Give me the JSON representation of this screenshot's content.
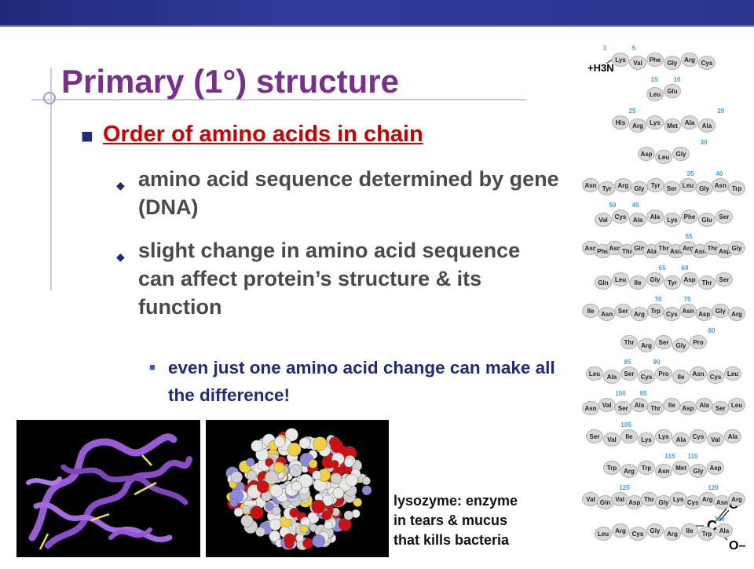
{
  "slide": {
    "title": "Primary (1°) structure",
    "bullet1": "Order of amino acids in chain",
    "bullet2a": "amino acid sequence determined by gene (DNA)",
    "bullet2b": "slight change in amino acid sequence can affect protein’s structure & its function",
    "bullet3": "even just one amino acid change can make all the difference!",
    "caption_lines": [
      "lysozyme: enzyme",
      "in tears & mucus",
      "that kills bacteria"
    ]
  },
  "sequence": {
    "n_term": "+H3N",
    "c_term": "C",
    "oxygen": "O",
    "oxygen_minus": "O–",
    "numbers": [
      "1",
      "5",
      "10",
      "15",
      "20",
      "25",
      "30",
      "35",
      "40",
      "45",
      "50",
      "55",
      "60",
      "65",
      "70",
      "75",
      "80",
      "85",
      "90",
      "95",
      "100",
      "105",
      "110",
      "115",
      "120",
      "125",
      "129"
    ],
    "rows": [
      [
        "Lys",
        "Val",
        "Phe",
        "Gly",
        "Arg",
        "Cys"
      ],
      [
        "Glu",
        "Leu"
      ],
      [
        "His",
        "Arg",
        "Lys",
        "Met",
        "Ala",
        "Ala"
      ],
      [
        "Gly",
        "Leu",
        "Asp"
      ],
      [
        "Asn",
        "Tyr",
        "Arg",
        "Gly",
        "Tyr",
        "Ser",
        "Leu",
        "Gly",
        "Asn",
        "Trp"
      ],
      [
        "Ser",
        "Glu",
        "Phe",
        "Lys",
        "Ala",
        "Ala",
        "Cys",
        "Val"
      ],
      [
        "Asn",
        "Phe",
        "Asn",
        "Thr",
        "Gln",
        "Ala",
        "Thr",
        "Asn",
        "Arg",
        "Asn",
        "Thr",
        "Asp",
        "Gly"
      ],
      [
        "Ser",
        "Thr",
        "Asp",
        "Tyr",
        "Gly",
        "Ile",
        "Leu",
        "Gln"
      ],
      [
        "Ile",
        "Asn",
        "Ser",
        "Arg",
        "Trp",
        "Cys",
        "Asn",
        "Asp",
        "Gly",
        "Arg"
      ],
      [
        "Pro",
        "Gly",
        "Ser",
        "Arg",
        "Thr"
      ],
      [
        "Leu",
        "Ala",
        "Ser",
        "Cys",
        "Pro",
        "Ile",
        "Asn",
        "Cys",
        "Leu"
      ],
      [
        "Leu",
        "Ser",
        "Ala",
        "Asp",
        "Ile",
        "Thr",
        "Ala",
        "Ser",
        "Val",
        "Asn"
      ],
      [
        "Ser",
        "Val",
        "Ile",
        "Lys",
        "Lys",
        "Ala",
        "Cys",
        "Val",
        "Ala"
      ],
      [
        "Asp",
        "Gly",
        "Met",
        "Asn",
        "Trp",
        "Arg",
        "Trp"
      ],
      [
        "Val",
        "Gln",
        "Val",
        "Asp",
        "Thr",
        "Gly",
        "Lys",
        "Cys",
        "Arg",
        "Asn",
        "Arg"
      ],
      [
        "Ala",
        "Trp",
        "Ile",
        "Arg",
        "Gly",
        "Cys",
        "Arg",
        "Leu"
      ]
    ]
  }
}
